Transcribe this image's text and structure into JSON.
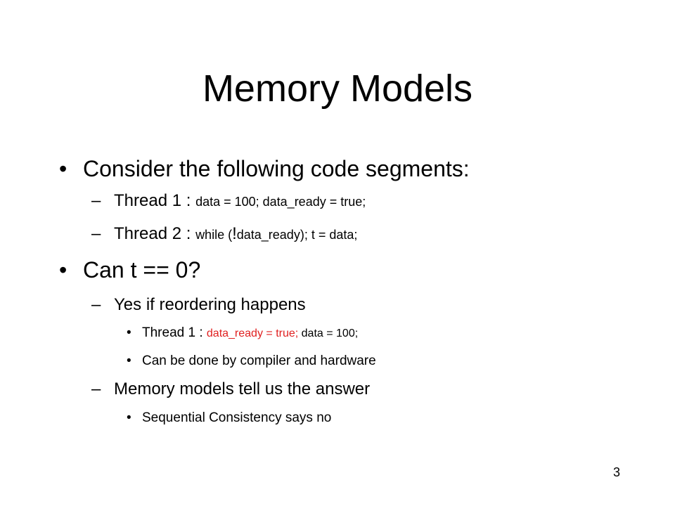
{
  "slide": {
    "title": "Memory Models",
    "bullet1": {
      "marker": "•",
      "text": "Consider the following code segments:",
      "sub1": {
        "marker": "–",
        "label": "Thread 1 : ",
        "code": "data = 100; data_ready = true;"
      },
      "sub2": {
        "marker": "–",
        "label": "Thread 2 : ",
        "code_pre": "while (",
        "code_bang": "!",
        "code_post": "data_ready); t = data;"
      }
    },
    "bullet2": {
      "marker": "•",
      "text": "Can t == 0?",
      "sub1": {
        "marker": "–",
        "text": "Yes if reordering happens",
        "item1": {
          "marker": "•",
          "label": "Thread 1 : ",
          "code_red": "data_ready = true;",
          "code_rest": " data = 100;"
        },
        "item2": {
          "marker": "•",
          "text": "Can be done by compiler and hardware"
        }
      },
      "sub2": {
        "marker": "–",
        "text": "Memory models tell us the answer",
        "item1": {
          "marker": "•",
          "text": "Sequential Consistency says no"
        }
      }
    },
    "page_number": "3"
  }
}
